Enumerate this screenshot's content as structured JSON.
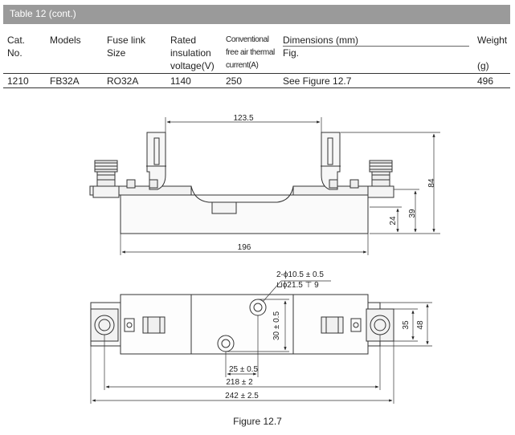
{
  "table": {
    "title": "Table 12 (cont.)",
    "headers": {
      "cat": [
        "Cat.",
        "No."
      ],
      "models": "Models",
      "fuse_link": [
        "Fuse link",
        "Size"
      ],
      "rated": [
        "Rated",
        "insulation",
        "voltage(V)"
      ],
      "conventional": [
        "Conventional",
        "free air thermal",
        "current(A)"
      ],
      "dimensions": [
        "Dimensions (mm)",
        "Fig."
      ],
      "weight": [
        "Weight",
        "(g)"
      ]
    },
    "row": {
      "cat": "1210",
      "model": "FB32A",
      "fuse_link": "RO32A",
      "voltage": "1140",
      "current": "250",
      "figure_ref": "See Figure 12.7",
      "weight": "496"
    }
  },
  "drawing": {
    "dim_123_5": "123.5",
    "dim_196": "196",
    "dim_84": "84",
    "dim_39": "39",
    "dim_24": "24",
    "hole_spec_1": "2-ϕ10.5 ± 0.5",
    "hole_spec_2": "⊔ϕ21.5 ⊤ 9",
    "dim_30": "30 ± 0.5",
    "dim_35": "35",
    "dim_48": "48",
    "dim_25": "25 ± 0.5",
    "dim_218": "218 ± 2",
    "dim_242": "242 ± 2.5"
  },
  "caption": "Figure 12.7"
}
